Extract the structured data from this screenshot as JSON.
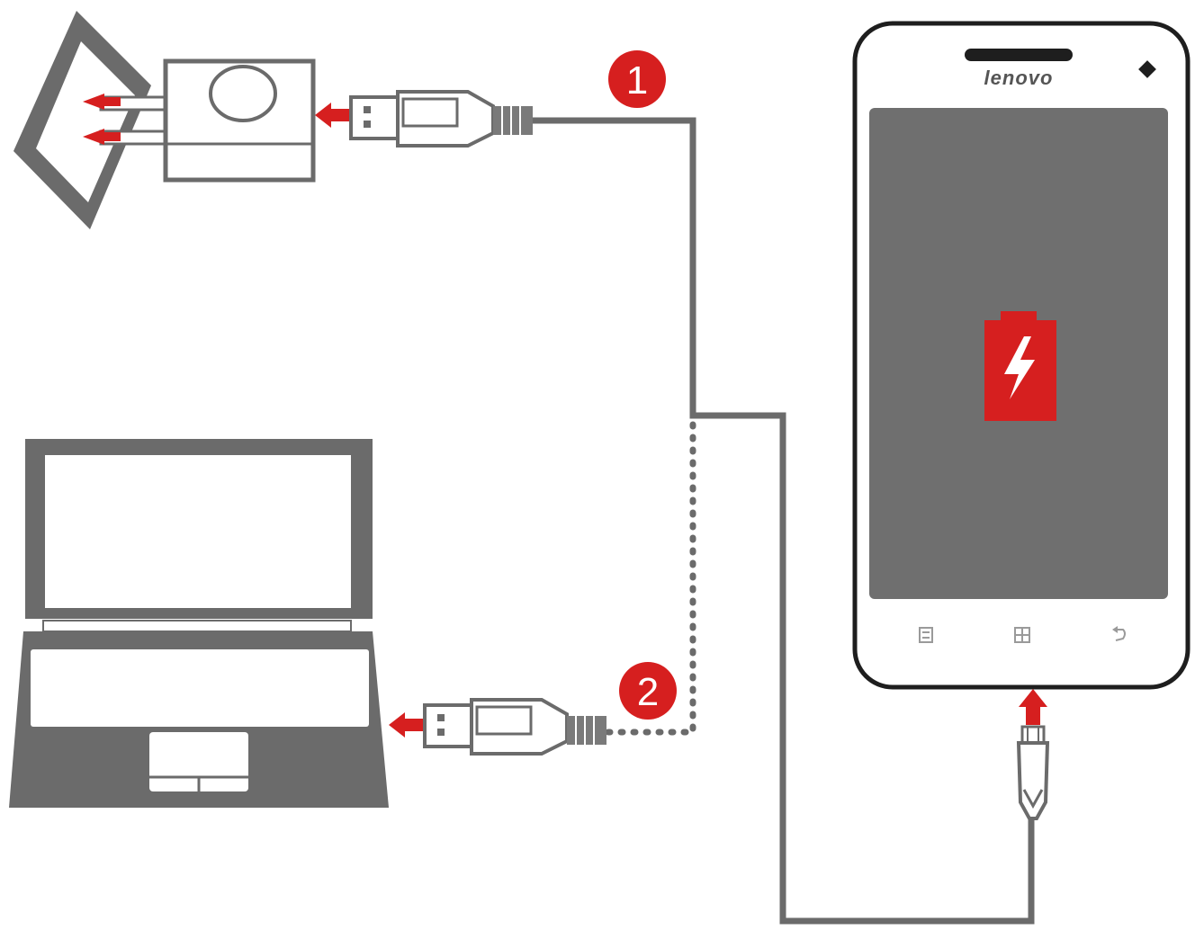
{
  "steps": [
    {
      "label": "1",
      "meaning": "wall-charger"
    },
    {
      "label": "2",
      "meaning": "computer"
    }
  ],
  "phone": {
    "brand": "lenovo"
  },
  "colors": {
    "line": "#6b6b6b",
    "accent": "#d61f1f",
    "screen": "#6f6f6f",
    "outline": "#5e5e5e"
  },
  "icons": [
    "wall-outlet",
    "wall-adapter",
    "usb-plug",
    "laptop",
    "smartphone",
    "battery-charging-icon",
    "arrow-icon"
  ]
}
